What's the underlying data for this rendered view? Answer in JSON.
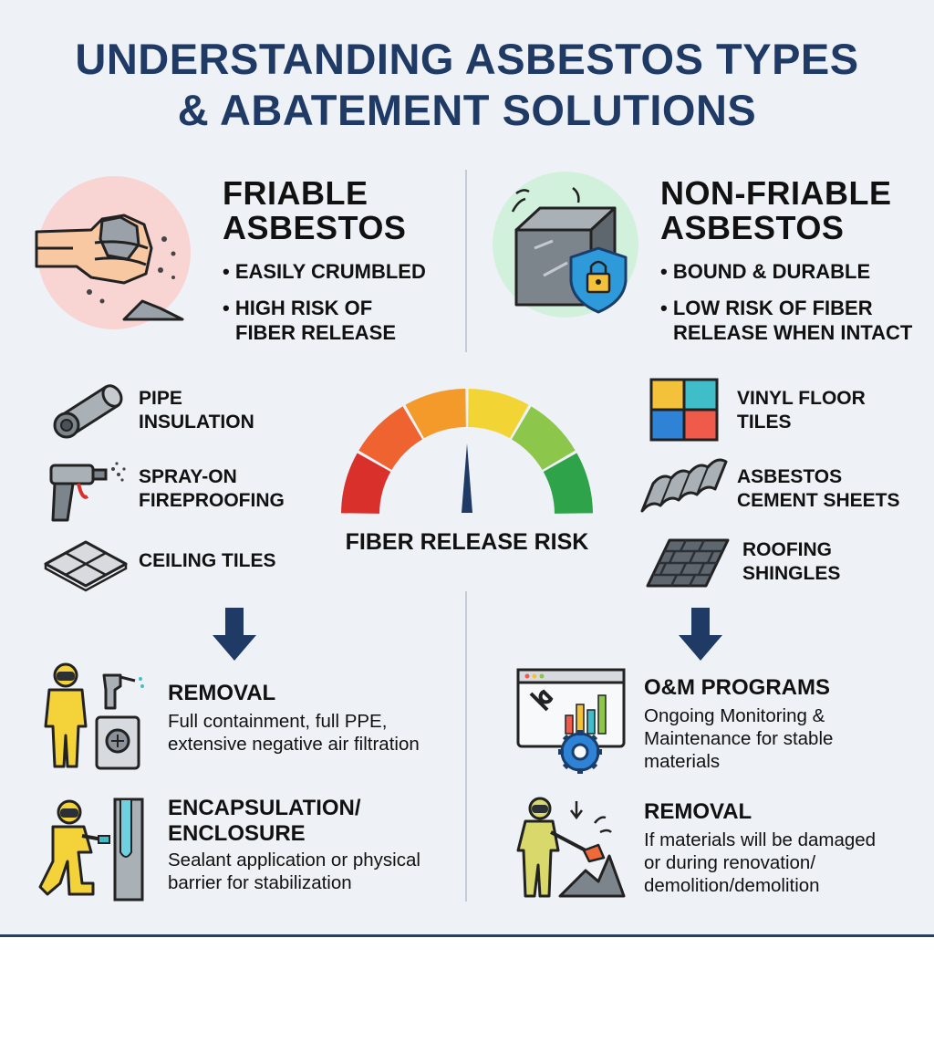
{
  "title": {
    "line1": "UNDERSTANDING ASBESTOS TYPES",
    "line2": "& ABATEMENT SOLUTIONS"
  },
  "friable": {
    "heading_line1": "FRIABLE",
    "heading_line2": "ASBESTOS",
    "bullets": [
      {
        "line1": "• EASILY CRUMBLED",
        "line2": ""
      },
      {
        "line1": "• HIGH RISK OF",
        "line2": "FIBER RELEASE"
      }
    ],
    "icon": "hand-crumbling-material-icon",
    "items": [
      {
        "line1": "PIPE",
        "line2": "INSULATION",
        "icon": "pipe-icon"
      },
      {
        "line1": "SPRAY-ON",
        "line2": "FIREPROOFING",
        "icon": "spray-gun-icon"
      },
      {
        "line1": "CEILING TILES",
        "line2": "",
        "icon": "ceiling-tile-icon"
      }
    ],
    "solutions": [
      {
        "title_line1": "REMOVAL",
        "title_line2": "",
        "desc": [
          "Full containment, full PPE,",
          "extensive negative air filtration"
        ],
        "icon": "hazmat-worker-icon"
      },
      {
        "title_line1": "ENCAPSULATION/",
        "title_line2": "ENCLOSURE",
        "desc": [
          "Sealant application or physical",
          "barrier for stabilization"
        ],
        "icon": "worker-spraying-sealant-icon"
      }
    ]
  },
  "non_friable": {
    "heading_line1": "NON-FRIABLE",
    "heading_line2": "ASBESTOS",
    "bullets": [
      {
        "line1": "• BOUND & DURABLE",
        "line2": ""
      },
      {
        "line1": "• LOW RISK OF FIBER",
        "line2": "RELEASE WHEN INTACT"
      }
    ],
    "icon": "block-with-lock-shield-icon",
    "items": [
      {
        "line1": "VINYL FLOOR",
        "line2": "TILES",
        "icon": "floor-tiles-icon"
      },
      {
        "line1": "ASBESTOS",
        "line2": "CEMENT SHEETS",
        "icon": "corrugated-sheet-icon"
      },
      {
        "line1": "ROOFING",
        "line2": "SHINGLES",
        "icon": "roof-shingles-icon"
      }
    ],
    "solutions": [
      {
        "title_line1": "O&M PROGRAMS",
        "title_line2": "",
        "desc": [
          "Ongoing Monitoring &",
          "Maintenance for stable",
          "materials"
        ],
        "icon": "monitoring-dashboard-icon"
      },
      {
        "title_line1": "REMOVAL",
        "title_line2": "",
        "desc": [
          "If materials will be damaged",
          "or during renovation/",
          "demolition/demolition"
        ],
        "icon": "worker-breaking-material-icon"
      }
    ]
  },
  "gauge": {
    "label": "FIBER RELEASE RISK",
    "segment_colors": [
      "#d9302c",
      "#ee6330",
      "#f49a2b",
      "#f2d535",
      "#8cc64a",
      "#2ea34a"
    ]
  },
  "colors": {
    "title": "#1f3a64",
    "arrow": "#1f3a64",
    "background": "#eef2f7",
    "friable_circle": "#f8d4d2",
    "non_friable_circle": "#d2f1dc"
  }
}
